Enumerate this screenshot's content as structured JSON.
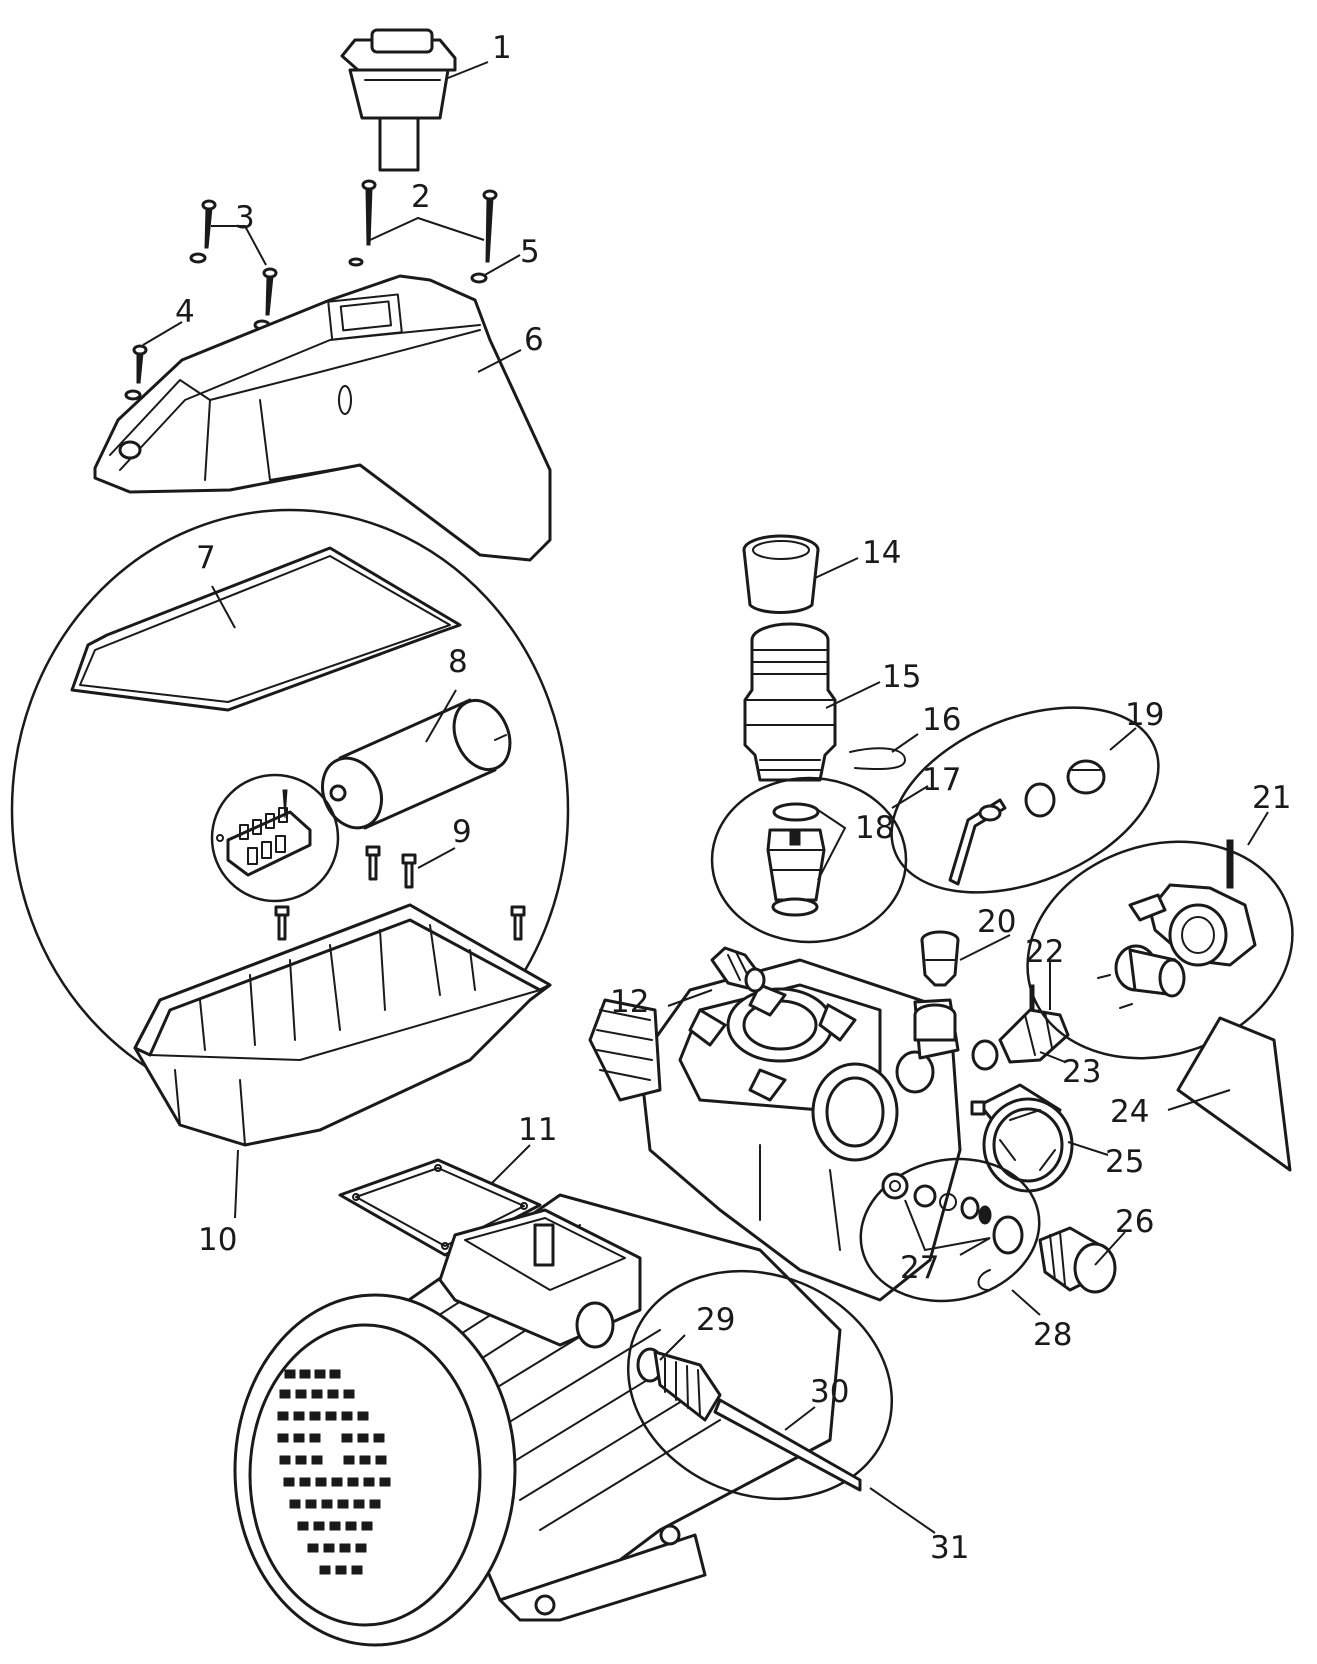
{
  "callouts": [
    {
      "id": "c1",
      "label": "1"
    },
    {
      "id": "c2",
      "label": "2"
    },
    {
      "id": "c3",
      "label": "3"
    },
    {
      "id": "c4",
      "label": "4"
    },
    {
      "id": "c5",
      "label": "5"
    },
    {
      "id": "c6",
      "label": "6"
    },
    {
      "id": "c7",
      "label": "7"
    },
    {
      "id": "c8",
      "label": "8"
    },
    {
      "id": "c9",
      "label": "9"
    },
    {
      "id": "c10",
      "label": "10"
    },
    {
      "id": "c11",
      "label": "11"
    },
    {
      "id": "c12",
      "label": "12"
    },
    {
      "id": "c14",
      "label": "14"
    },
    {
      "id": "c15",
      "label": "15"
    },
    {
      "id": "c16",
      "label": "16"
    },
    {
      "id": "c17",
      "label": "17"
    },
    {
      "id": "c18",
      "label": "18"
    },
    {
      "id": "c19",
      "label": "19"
    },
    {
      "id": "c20",
      "label": "20"
    },
    {
      "id": "c21",
      "label": "21"
    },
    {
      "id": "c22",
      "label": "22"
    },
    {
      "id": "c23",
      "label": "23"
    },
    {
      "id": "c24",
      "label": "24"
    },
    {
      "id": "c25",
      "label": "25"
    },
    {
      "id": "c26",
      "label": "26"
    },
    {
      "id": "c27",
      "label": "27"
    },
    {
      "id": "c28",
      "label": "28"
    },
    {
      "id": "c29",
      "label": "29"
    },
    {
      "id": "c30",
      "label": "30"
    },
    {
      "id": "c31",
      "label": "31"
    }
  ]
}
